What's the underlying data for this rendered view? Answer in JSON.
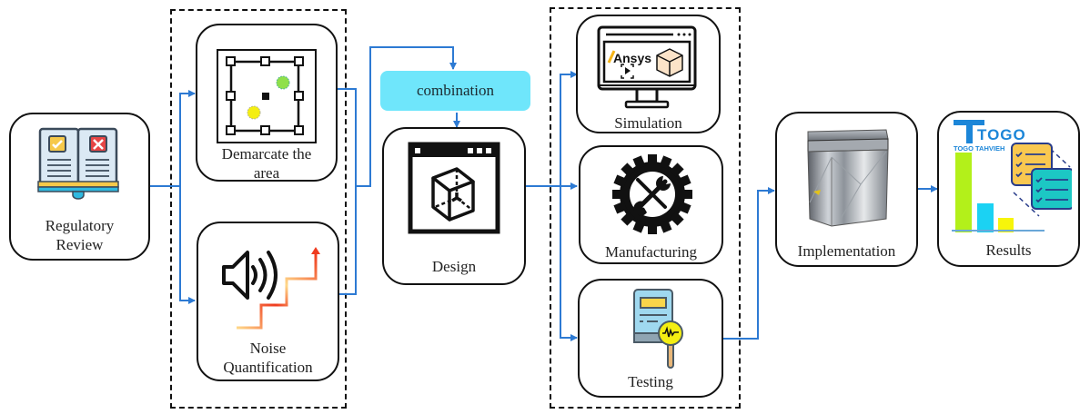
{
  "diagram": {
    "nodes": {
      "regulatory": {
        "label_line1": "Regulatory",
        "label_line2": "Review",
        "icon": "open-book-checklist-icon"
      },
      "demarcate": {
        "label_line1": "Demarcate the",
        "label_line2": "area",
        "icon": "selection-area-icon"
      },
      "noise": {
        "label_line1": "Noise",
        "label_line2": "Quantification",
        "icon": "speaker-rising-steps-icon"
      },
      "combination": {
        "label": "combination"
      },
      "design": {
        "label": "Design",
        "icon": "cad-cube-window-icon"
      },
      "simulation": {
        "label": "Simulation",
        "icon": "monitor-ansys-icon",
        "software_text": "Ansys"
      },
      "manufacturing": {
        "label": "Manufacturing",
        "icon": "gear-tools-icon"
      },
      "testing": {
        "label": "Testing",
        "icon": "sound-meter-icon"
      },
      "implementation": {
        "label": "Implementation",
        "icon": "metal-enclosure-photo"
      },
      "results": {
        "label": "Results",
        "icon": "bar-chart-checklists-icon",
        "logo_text": "TOGO",
        "logo_subtext": "TOGO TAHVIEH"
      }
    },
    "colors": {
      "connector": "#2d7ad3",
      "combination_fill": "#6fe6fb",
      "border": "#111111"
    },
    "groups": [
      "analysis-group",
      "validation-group"
    ]
  }
}
